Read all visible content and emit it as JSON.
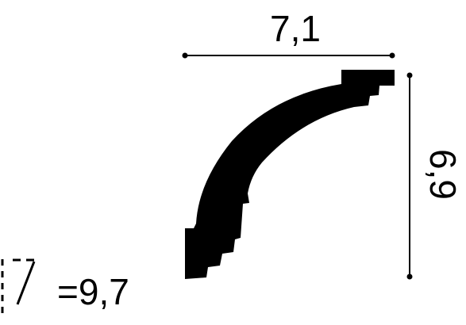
{
  "dimensions": {
    "width_label": "7,1",
    "height_label": "6,9",
    "diagonal_label": "=9,7"
  },
  "colors": {
    "profile": "#000000",
    "dimension_line": "#000000",
    "text": "#000000",
    "background": "#ffffff"
  },
  "icons": {
    "diagonal": "diagonal-dimension-icon"
  }
}
